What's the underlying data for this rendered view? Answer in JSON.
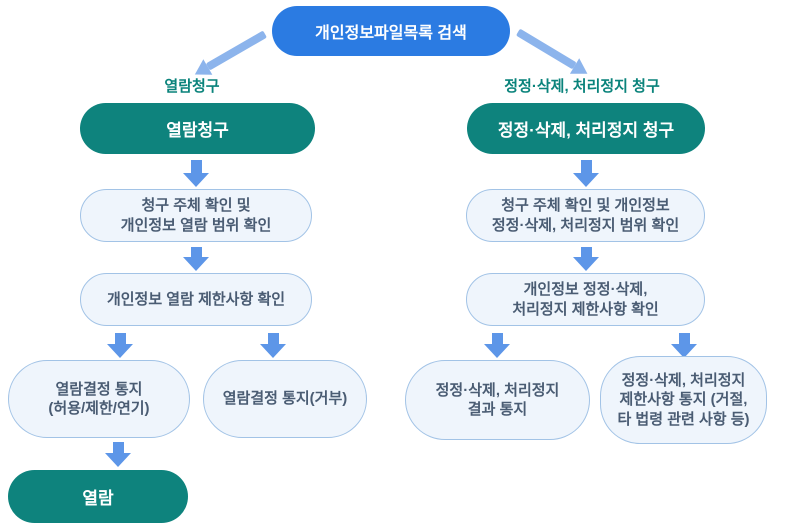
{
  "colors": {
    "primary_blue": "#2b7be2",
    "teal": "#0e837d",
    "teal_text": "#0a837b",
    "arrow_blue": "#5d96e8",
    "diag_blue": "#8cb4ec",
    "box_fill": "#eff5fc",
    "box_border": "#a2c3e6",
    "box_text": "#4a5c73"
  },
  "root": {
    "label": "개인정보파일목록 검색"
  },
  "left_branch": {
    "branch_label": "열람청구",
    "pill_label": "열람청구",
    "step1": "청구 주체 확인 및\n개인정보 열람 범위 확인",
    "step2": "개인정보 열람 제한사항 확인",
    "outcome1": "열람결정 통지\n(허용/제한/연기)",
    "outcome2": "열람결정 통지(거부)",
    "final_label": "열람"
  },
  "right_branch": {
    "branch_label": "정정·삭제, 처리정지 청구",
    "pill_label": "정정·삭제, 처리정지 청구",
    "step1": "청구 주체 확인 및 개인정보\n정정·삭제, 처리정지 범위 확인",
    "step2": "개인정보 정정·삭제,\n처리정지 제한사항 확인",
    "outcome1": "정정·삭제, 처리정지\n결과 통지",
    "outcome2": "정정·삭제, 처리정지\n제한사항 통지 (거절,\n타 법령 관련 사항 등)"
  }
}
